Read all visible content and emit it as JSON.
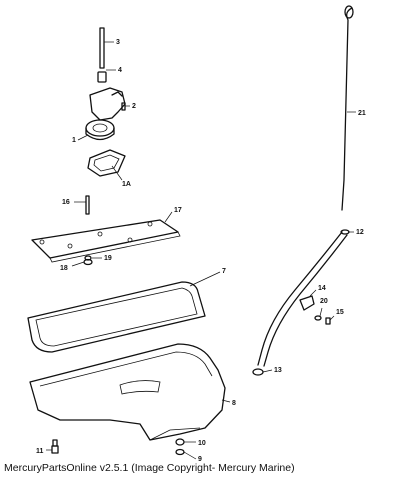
{
  "caption": "MercuryPartsOnline v2.5.1 (Image Copyright- Mercury Marine)",
  "callouts": {
    "c1": "1",
    "c1a": "1A",
    "c2": "2",
    "c3": "3",
    "c4": "4",
    "c7": "7",
    "c8": "8",
    "c9": "9",
    "c10": "10",
    "c11": "11",
    "c12": "12",
    "c13": "13",
    "c14": "14",
    "c15": "15",
    "c16": "16",
    "c17": "17",
    "c18": "18",
    "c19": "19",
    "c20": "20",
    "c21": "21"
  }
}
